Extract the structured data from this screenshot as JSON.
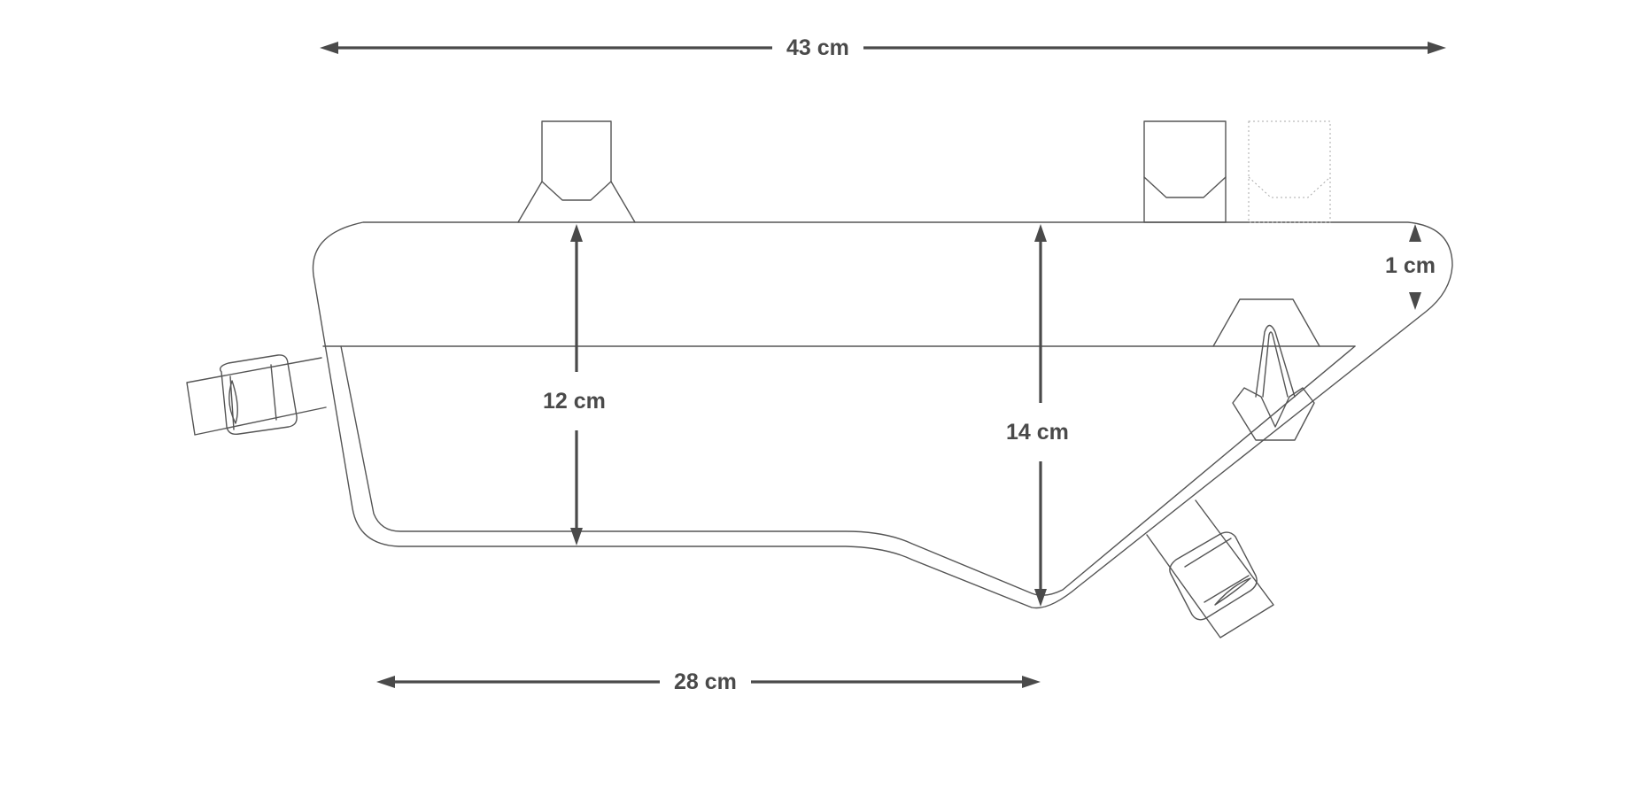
{
  "dimensions": {
    "overall_length": "43 cm",
    "lower_length": "28 cm",
    "front_height": "12 cm",
    "rear_height": "14 cm",
    "top_depth": "1 cm"
  }
}
